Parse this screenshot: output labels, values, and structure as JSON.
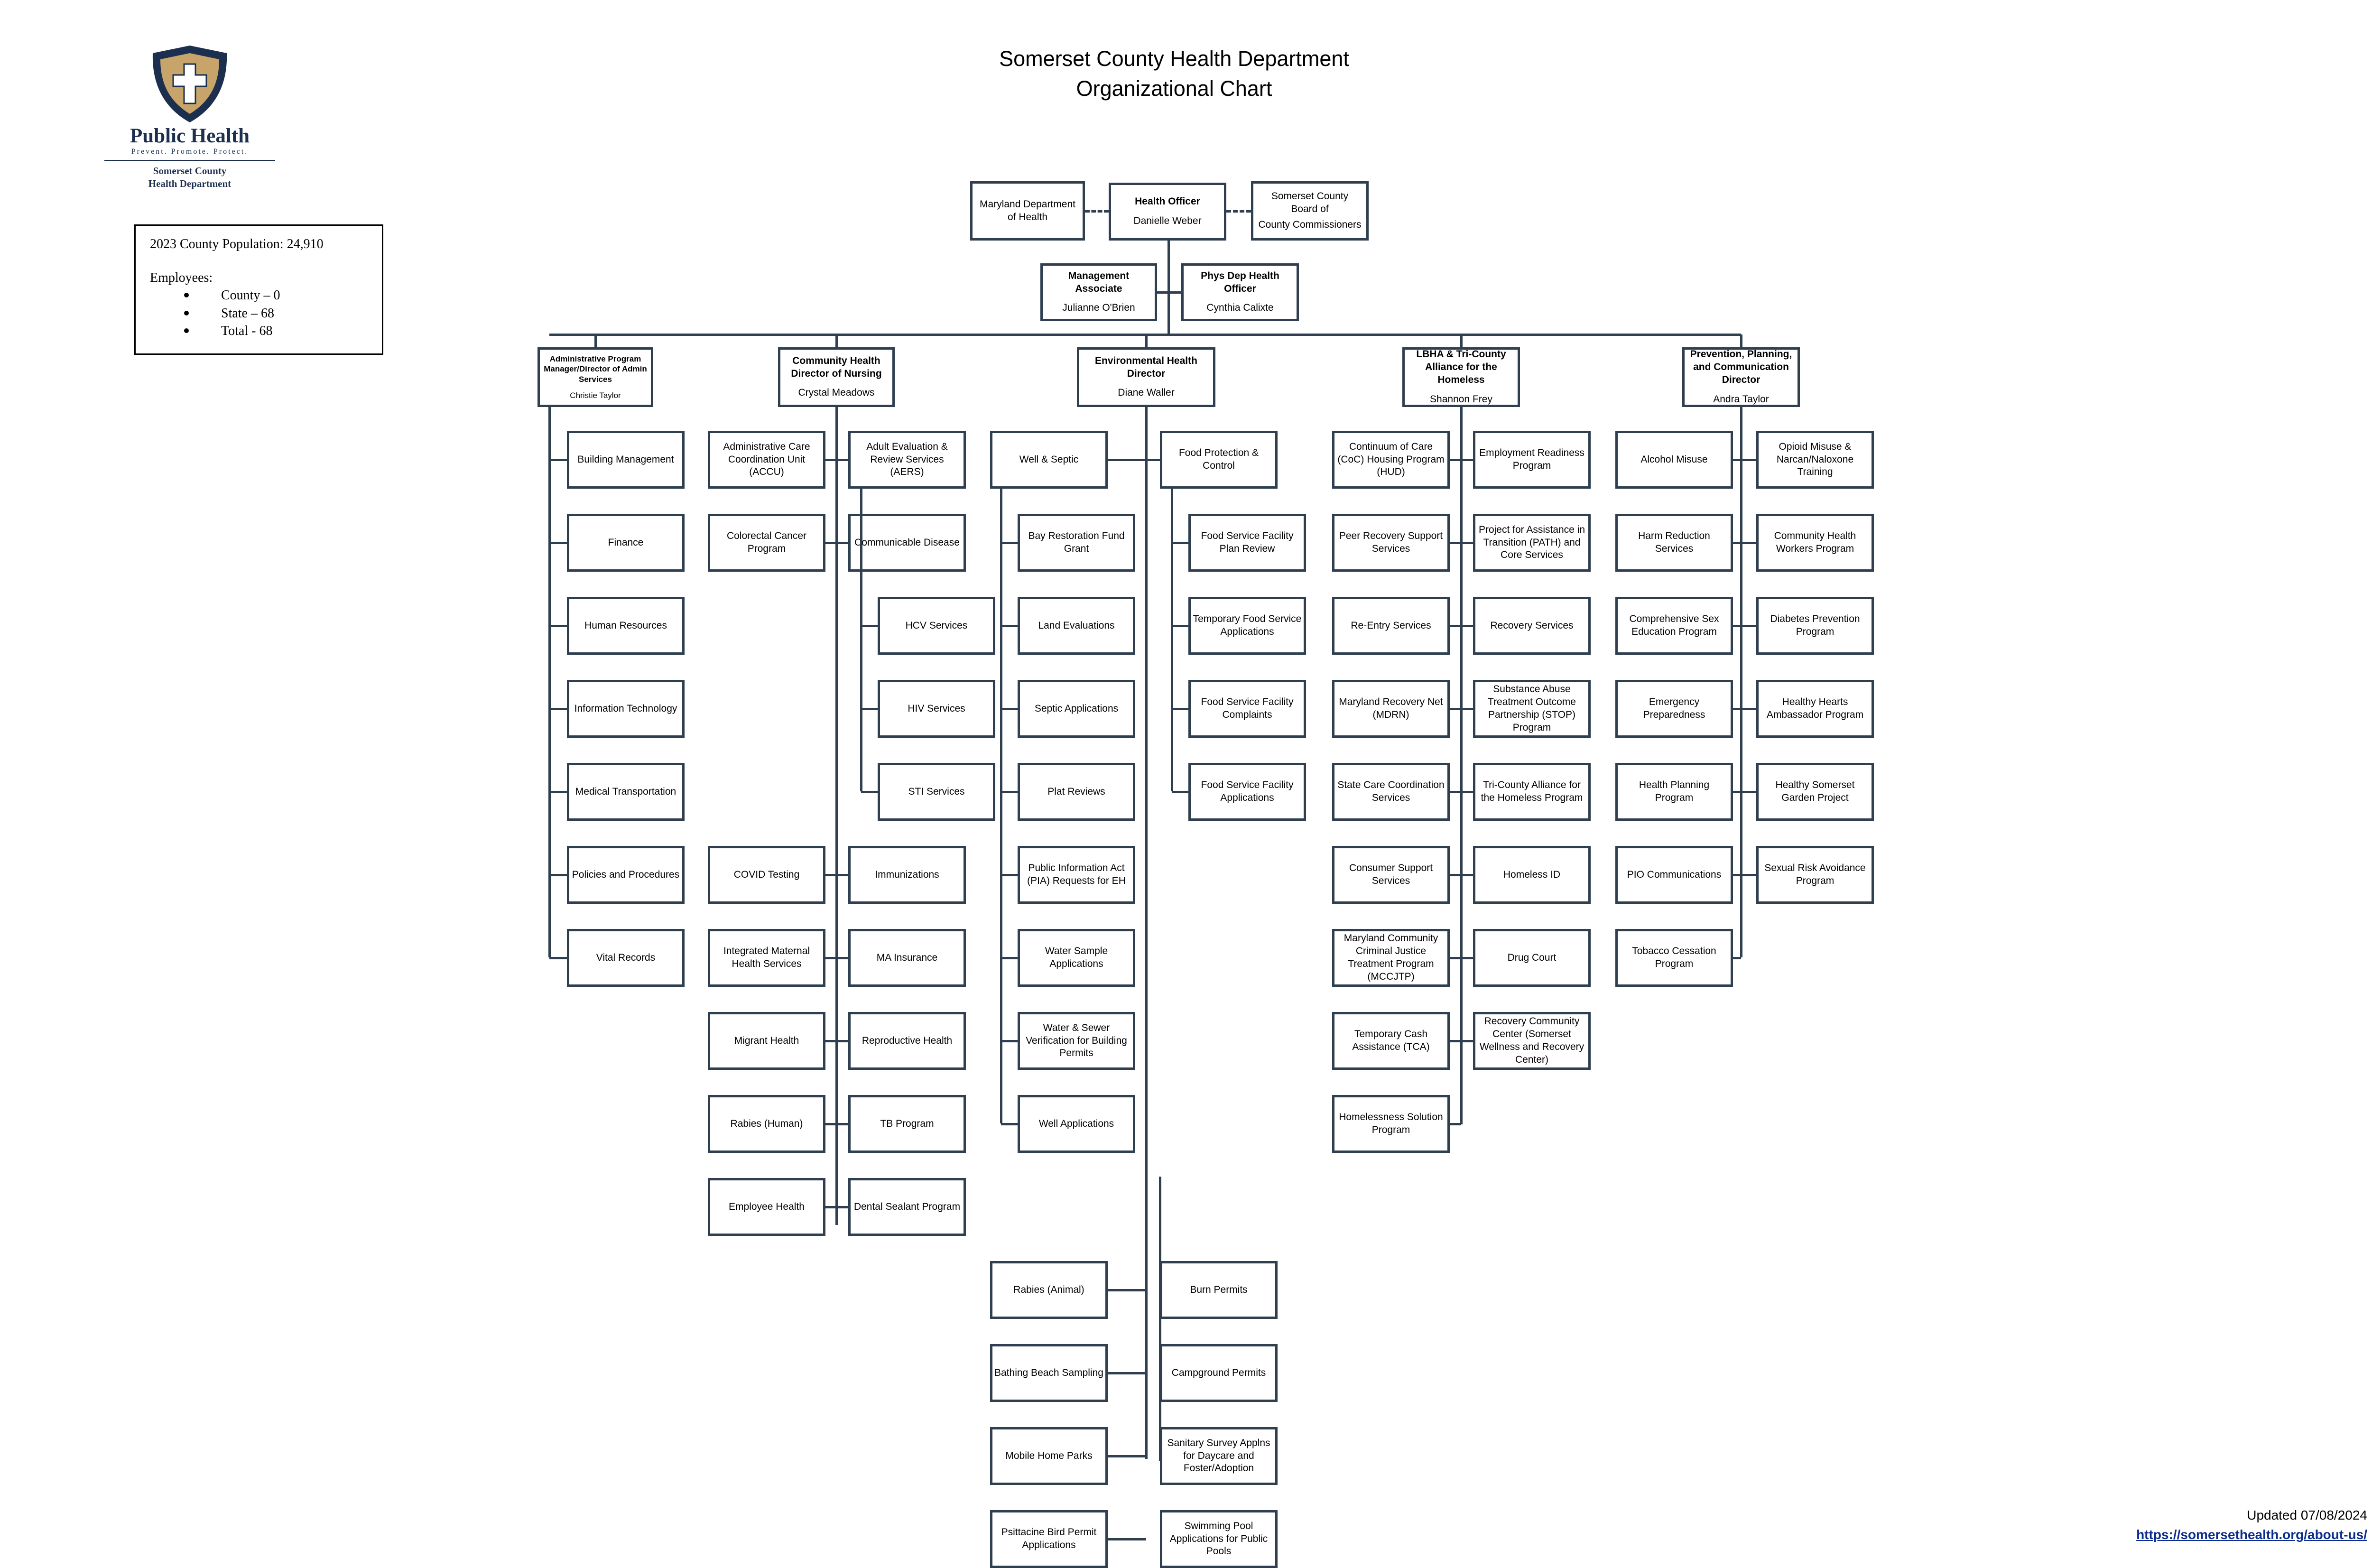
{
  "logo": {
    "brand": "Public Health",
    "tagline": "Prevent. Promote. Protect.",
    "dept_line1": "Somerset County",
    "dept_line2": "Health Department",
    "colors": {
      "navy": "#1d2f4f",
      "gold": "#c7a46a"
    }
  },
  "title": {
    "line1": "Somerset County Health Department",
    "line2": "Organizational Chart"
  },
  "population": {
    "heading": "2023 County Population: 24,910",
    "employees_label": "Employees:",
    "items": [
      "County – 0",
      "State – 68",
      "Total - 68"
    ]
  },
  "top": {
    "mdh": "Maryland Department of Health",
    "health_officer": {
      "title": "Health Officer",
      "name": "Danielle Weber"
    },
    "board": [
      "Somerset County",
      "Board of",
      "County Commissioners"
    ],
    "management": {
      "title": "Management Associate",
      "name": "Julianne O'Brien"
    },
    "deputy": {
      "title": "Phys Dep Health Officer",
      "name": "Cynthia Calixte"
    }
  },
  "divisions": {
    "admin": {
      "title": "Administrative Program Manager/Director of Admin Services",
      "name": "Christie Taylor",
      "programs": [
        "Building Management",
        "Finance",
        "Human Resources",
        "Information Technology",
        "Medical Transportation",
        "Policies and Procedures",
        "Vital Records"
      ]
    },
    "nursing": {
      "title": "Community Health Director of Nursing",
      "name": "Crystal Meadows",
      "left": [
        "Administrative Care Coordination Unit (ACCU)",
        "Colorectal Cancer Program",
        "COVID Testing",
        "Integrated Maternal Health Services",
        "Migrant Health",
        "Rabies (Human)",
        "Employee Health"
      ],
      "right": [
        "Adult Evaluation & Review Services (AERS)",
        "Communicable Disease",
        "Immunizations",
        "MA Insurance",
        "Reproductive Health",
        "TB Program",
        "Dental Sealant Program"
      ],
      "cd_sub": [
        "HCV Services",
        "HIV  Services",
        "STI Services"
      ]
    },
    "environmental": {
      "title": "Environmental Health Director",
      "name": "Diane Waller",
      "well_septic": "Well & Septic",
      "food": "Food Protection & Control",
      "well_sub": [
        "Bay Restoration Fund Grant",
        "Land Evaluations",
        "Septic Applications",
        "Plat Reviews",
        "Public Information Act (PIA) Requests for EH",
        "Water Sample Applications",
        "Water & Sewer Verification for Building Permits",
        "Well Applications"
      ],
      "food_sub": [
        "Food Service Facility Plan Review",
        "Temporary Food Service Applications",
        "Food Service Facility Complaints",
        "Food Service Facility Applications"
      ],
      "left": [
        "Rabies (Animal)",
        "Bathing Beach Sampling",
        "Mobile Home Parks",
        "Psittacine Bird Permit Applications"
      ],
      "right": [
        "Burn Permits",
        "Campground Permits",
        "Sanitary Survey Applns for Daycare and Foster/Adoption",
        "Swimming Pool Applications for Public Pools"
      ]
    },
    "lbha": {
      "title": "LBHA & Tri-County Alliance for the Homeless",
      "name": "Shannon Frey",
      "left": [
        "Continuum of Care (CoC) Housing Program (HUD)",
        "Peer Recovery Support Services",
        "Re-Entry Services",
        "Maryland Recovery Net (MDRN)",
        "State Care Coordination Services",
        "Consumer Support Services",
        "Maryland Community Criminal Justice Treatment Program (MCCJTP)",
        "Temporary Cash Assistance (TCA)",
        "Homelessness Solution Program"
      ],
      "right": [
        "Employment Readiness Program",
        "Project for Assistance in Transition (PATH) and Core Services",
        "Recovery Services",
        "Substance Abuse Treatment Outcome Partnership  (STOP) Program",
        "Tri-County Alliance for the Homeless Program",
        "Homeless ID",
        "Drug Court",
        "Recovery Community Center (Somerset Wellness and Recovery Center)"
      ]
    },
    "prevention": {
      "title": "Prevention, Planning, and Communication Director",
      "name": "Andra Taylor",
      "left": [
        "Alcohol Misuse",
        "Harm Reduction Services",
        "Comprehensive Sex Education Program",
        "Emergency Preparedness",
        "Health Planning Program",
        "PIO Communications",
        "Tobacco Cessation Program"
      ],
      "right": [
        "Opioid Misuse & Narcan/Naloxone Training",
        "Community Health Workers Program",
        "Diabetes Prevention Program",
        "Healthy Hearts Ambassador Program",
        "Healthy Somerset Garden Project",
        "Sexual Risk Avoidance Program"
      ]
    }
  },
  "footer": {
    "updated": "Updated 07/08/2024",
    "url": "https://somersethealth.org/about-us/"
  }
}
